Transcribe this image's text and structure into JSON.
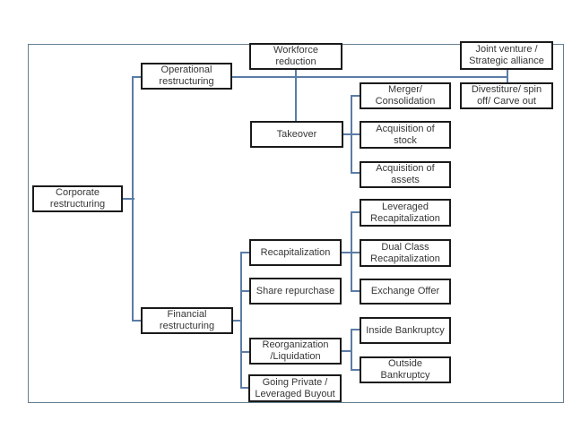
{
  "colors": {
    "connector": "#5b7ca5",
    "frame_border": "#657f90",
    "box_border": "#1a1a1a",
    "box_fill": "#ffffff",
    "text": "#363636",
    "background": "#ffffff"
  },
  "nodes": {
    "corporate": {
      "label": "Corporate\nrestructuring"
    },
    "operational": {
      "label": "Operational\nrestructuring"
    },
    "financial": {
      "label": "Financial\nrestructuring"
    },
    "workforce": {
      "label": "Workforce\nreduction"
    },
    "takeover": {
      "label": "Takeover"
    },
    "joint_venture": {
      "label": "Joint venture /\nStrategic alliance"
    },
    "divestiture": {
      "label": "Divestiture/ spin\noff/ Carve out"
    },
    "merger": {
      "label": "Merger/\nConsolidation"
    },
    "acquisition_stock": {
      "label": "Acquisition of\nstock"
    },
    "acquisition_assets": {
      "label": "Acquisition of\nassets"
    },
    "leveraged_recap": {
      "label": "Leveraged\nRecapitalization"
    },
    "dual_class_recap": {
      "label": "Dual Class\nRecapitalization"
    },
    "exchange_offer": {
      "label": "Exchange Offer"
    },
    "recapitalization": {
      "label": "Recapitalization"
    },
    "share_repurchase": {
      "label": "Share repurchase"
    },
    "reorganization": {
      "label": "Reorganization\n/Liquidation"
    },
    "inside_bankruptcy": {
      "label": "Inside Bankruptcy"
    },
    "outside_bankruptcy": {
      "label": "Outside\nBankruptcy"
    },
    "going_private": {
      "label": "Going Private /\nLeveraged Buyout"
    }
  },
  "edges": [
    [
      "corporate",
      "operational"
    ],
    [
      "corporate",
      "financial"
    ],
    [
      "operational",
      "workforce"
    ],
    [
      "operational",
      "takeover"
    ],
    [
      "operational",
      "joint_venture"
    ],
    [
      "operational",
      "divestiture"
    ],
    [
      "takeover",
      "merger"
    ],
    [
      "takeover",
      "acquisition_stock"
    ],
    [
      "takeover",
      "acquisition_assets"
    ],
    [
      "financial",
      "recapitalization"
    ],
    [
      "financial",
      "share_repurchase"
    ],
    [
      "financial",
      "reorganization"
    ],
    [
      "financial",
      "going_private"
    ],
    [
      "recapitalization",
      "leveraged_recap"
    ],
    [
      "recapitalization",
      "dual_class_recap"
    ],
    [
      "recapitalization",
      "exchange_offer"
    ],
    [
      "reorganization",
      "inside_bankruptcy"
    ],
    [
      "reorganization",
      "outside_bankruptcy"
    ]
  ]
}
